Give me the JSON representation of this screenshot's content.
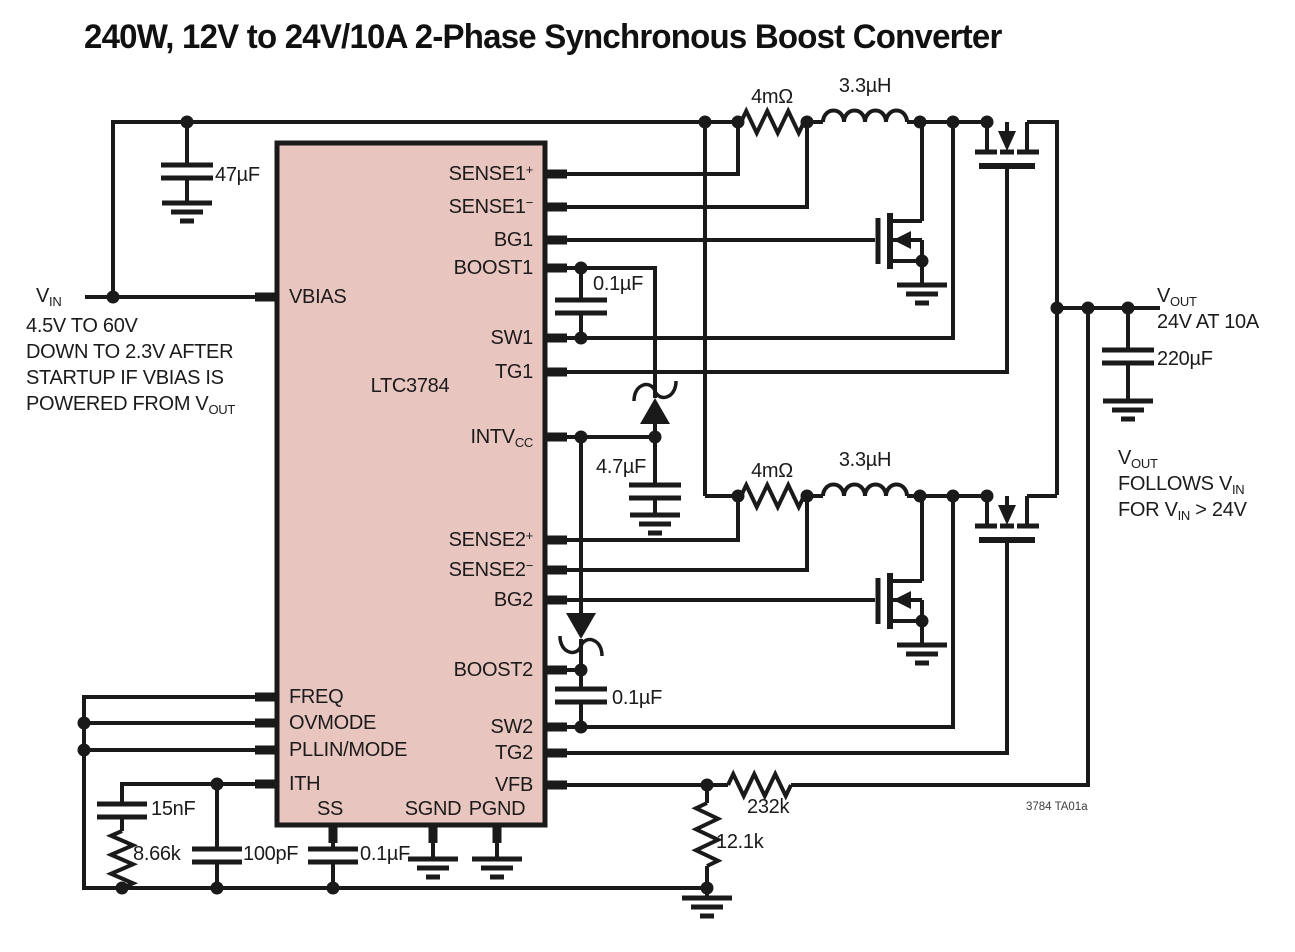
{
  "title": "240W, 12V to 24V/10A 2-Phase Synchronous Boost Converter",
  "ic": {
    "part_number": "LTC3784",
    "pins": {
      "vbias": "VBIAS",
      "freq": "FREQ",
      "ovmode": "OVMODE",
      "pllin_mode": "PLLIN/MODE",
      "ith": "ITH",
      "ss": "SS",
      "sgnd": "SGND",
      "pgnd": "PGND",
      "sense1_plus": {
        "base": "SENSE1",
        "sup": "+"
      },
      "sense1_minus": {
        "base": "SENSE1",
        "sup": "−"
      },
      "bg1": "BG1",
      "boost1": "BOOST1",
      "sw1": "SW1",
      "tg1": "TG1",
      "intvcc": {
        "base": "INTV",
        "sub": "CC"
      },
      "sense2_plus": {
        "base": "SENSE2",
        "sup": "+"
      },
      "sense2_minus": {
        "base": "SENSE2",
        "sup": "−"
      },
      "bg2": "BG2",
      "boost2": "BOOST2",
      "sw2": "SW2",
      "tg2": "TG2",
      "vfb": "VFB"
    }
  },
  "input": {
    "label": {
      "base": "V",
      "sub": "IN"
    },
    "note_line1": "4.5V TO 60V",
    "note_line2": "DOWN TO 2.3V AFTER",
    "note_line3": "STARTUP IF VBIAS IS",
    "note_line4_pre": "POWERED FROM V",
    "note_line4_sub": "OUT",
    "input_cap": "47µF"
  },
  "output": {
    "label": {
      "base": "V",
      "sub": "OUT"
    },
    "rating": "24V AT 10A",
    "output_cap": "220µF",
    "note_line1_base": "V",
    "note_line1_sub": "OUT",
    "note_line2_pre": "FOLLOWS V",
    "note_line2_sub": "IN",
    "note_line3_pre": "FOR V",
    "note_line3_sub": "IN",
    "note_line3_post": " > 24V"
  },
  "phase1": {
    "sense_resistor": "4mΩ",
    "inductor": "3.3µH",
    "boost_cap": "0.1µF"
  },
  "phase2": {
    "sense_resistor": "4mΩ",
    "inductor": "3.3µH",
    "boost_cap": "0.1µF"
  },
  "bias": {
    "intvcc_cap": "4.7µF"
  },
  "compensation": {
    "ith_cap": "15nF",
    "ith_res": "8.66k",
    "filter_cap": "100pF",
    "ss_cap": "0.1µF"
  },
  "feedback": {
    "top_res": "232k",
    "bottom_res": "12.1k"
  },
  "figure_id": "3784 TA01a"
}
